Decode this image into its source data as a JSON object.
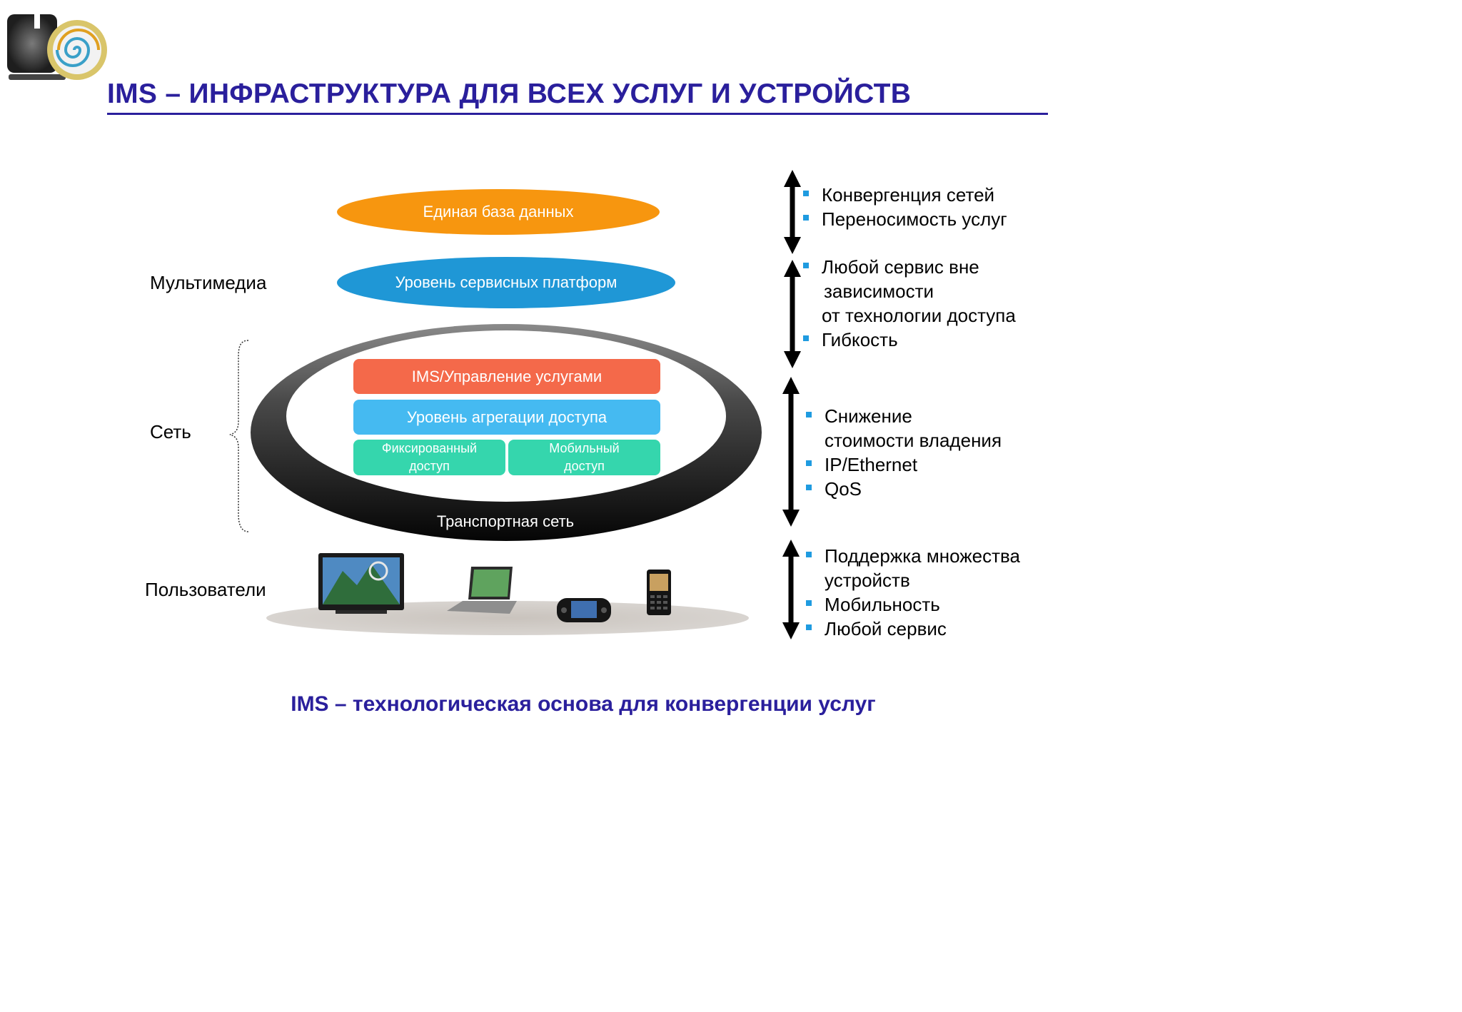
{
  "title": "IMS – ИНФРАСТРУКТУРА ДЛЯ ВСЕХ УСЛУГ И УСТРОЙСТВ",
  "footer": "IMS – технологическая основа для конвергенции услуг",
  "colors": {
    "accent": "#2a1f9c",
    "database": "#f7960f",
    "service_platforms": "#1f97d6",
    "ims_control": "#f4694a",
    "access_aggregation": "#45baf1",
    "access": "#35d6ad",
    "bullet": "#1f9be0"
  },
  "left_labels": {
    "multimedia": "Мультимедиа",
    "network": "Сеть",
    "users": "Пользователи"
  },
  "layers": {
    "database": "Единая база данных",
    "service_platforms": "Уровень сервисных платформ",
    "ims_control": "IMS/Управление услугами",
    "access_aggregation": "Уровень агрегации доступа",
    "fixed_access": [
      "Фиксированный",
      "доступ"
    ],
    "mobile_access": [
      "Мобильный",
      "доступ"
    ],
    "transport": "Транспортная сеть"
  },
  "devices": [
    "tv-icon",
    "laptop-icon",
    "game-console-icon",
    "mobile-phone-icon"
  ],
  "right_groups": [
    {
      "items": [
        {
          "text": "Конвергенция сетей",
          "bullet": true
        },
        {
          "text": "Переносимость услуг",
          "bullet": true
        }
      ]
    },
    {
      "items": [
        {
          "text": "Любой сервис вне",
          "bullet": true
        },
        {
          "text": "зависимости",
          "bullet": false
        },
        {
          "text": "от технологии доступа",
          "bullet": false
        },
        {
          "text": "Гибкость",
          "bullet": true
        }
      ]
    },
    {
      "items": [
        {
          "text": "Снижение",
          "bullet": true
        },
        {
          "text": "стоимости владения",
          "bullet": false
        },
        {
          "text": "IP/Ethernet",
          "bullet": true
        },
        {
          "text": "QoS",
          "bullet": true
        }
      ]
    },
    {
      "items": [
        {
          "text": "Поддержка множества",
          "bullet": true
        },
        {
          "text": "устройств",
          "bullet": false
        },
        {
          "text": "Мобильность",
          "bullet": true
        },
        {
          "text": "Любой сервис",
          "bullet": true
        }
      ]
    }
  ]
}
